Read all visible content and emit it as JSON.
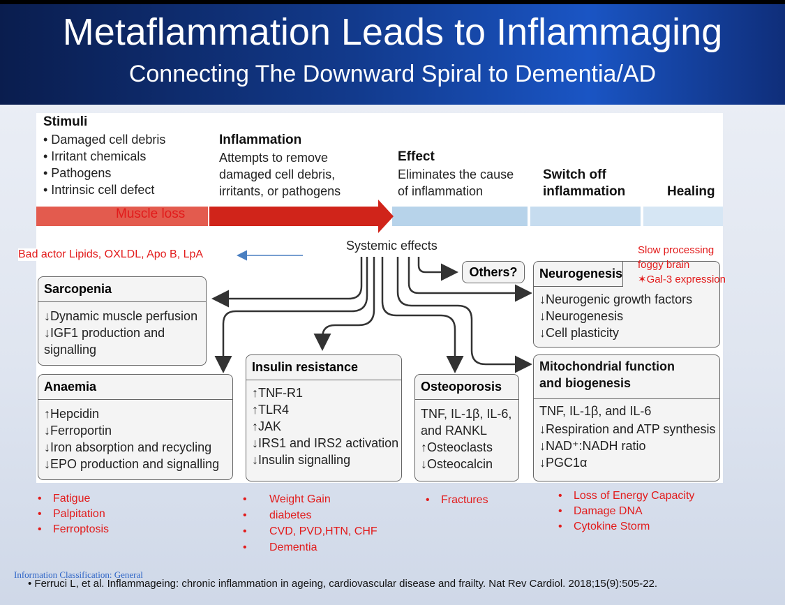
{
  "slide": {
    "title": "Metaflammation Leads to Inflammaging",
    "subtitle": "Connecting The Downward Spiral to Dementia/AD"
  },
  "stages": {
    "stimuli": {
      "heading": "Stimuli",
      "items": [
        "• Damaged cell debris",
        "• Irritant chemicals",
        "• Pathogens",
        "• Intrinsic cell defect"
      ]
    },
    "inflammation": {
      "heading": "Inflammation",
      "lines": [
        "Attempts to remove",
        "damaged cell debris,",
        "irritants, or pathogens"
      ]
    },
    "effect": {
      "heading": "Effect",
      "lines": [
        "Eliminates the cause",
        "of inflammation"
      ]
    },
    "switch_off": {
      "lines": [
        "Switch off",
        "inflammation"
      ]
    },
    "healing": {
      "heading": "Healing"
    }
  },
  "bar_label": "Muscle loss",
  "systemic_effects": "Systemic effects",
  "bad_actor_label": "Bad actor Lipids, OXLDL, Apo B, LpA",
  "others": "Others?",
  "side_note": {
    "lines": [
      "Slow processing",
      "foggy brain",
      "✶Gal-3  expression"
    ]
  },
  "boxes": {
    "sarcopenia": {
      "title": "Sarcopenia",
      "lines": [
        "↓Dynamic muscle perfusion",
        "↓IGF1 production and",
        "  signalling"
      ]
    },
    "anaemia": {
      "title": "Anaemia",
      "lines": [
        "↑Hepcidin",
        "↓Ferroportin",
        "↓Iron absorption and recycling",
        "↓EPO production and signalling"
      ]
    },
    "insulin": {
      "title": "Insulin resistance",
      "lines": [
        "↑TNF-R1",
        "↑TLR4",
        "↑JAK",
        "↓IRS1 and IRS2 activation",
        "↓Insulin signalling"
      ]
    },
    "osteoporosis": {
      "title": "Osteoporosis",
      "lines": [
        "TNF, IL-1β, IL-6,",
        "and RANKL",
        "↑Osteoclasts",
        "↓Osteocalcin"
      ]
    },
    "neurogenesis": {
      "title": "Neurogenesis",
      "lines": [
        "↓Neurogenic growth factors",
        "↓Neurogenesis",
        "↓Cell plasticity"
      ]
    },
    "mito": {
      "title_lines": [
        "Mitochondrial function",
        "and biogenesis"
      ],
      "lines": [
        "TNF, IL-1β, and IL-6",
        "↓Respiration and ATP synthesis",
        "↓NAD⁺:NADH ratio",
        "↓PGC1α"
      ]
    }
  },
  "outcomes": {
    "anaemia": [
      "Fatigue",
      "Palpitation",
      "Ferroptosis"
    ],
    "insulin": [
      "Weight Gain",
      "diabetes",
      "CVD, PVD,HTN, CHF",
      "Dementia"
    ],
    "osteoporosis": [
      "Fractures"
    ],
    "mito": [
      "Loss of Energy Capacity",
      "Damage DNA",
      "Cytokine Storm"
    ]
  },
  "footer": {
    "classification": "Information Classification: General",
    "citation": "•  Ferruci L, et al. Inflammageing: chronic inflammation in ageing, cardiovascular disease and frailty. Nat Rev Cardiol. 2018;15(9):505-22."
  },
  "colors": {
    "accent_red": "#e21b1b",
    "header_blue": "#123a8c",
    "stage_bar_blue": "#b7d3ea",
    "arrow_red": "#d0241a"
  }
}
